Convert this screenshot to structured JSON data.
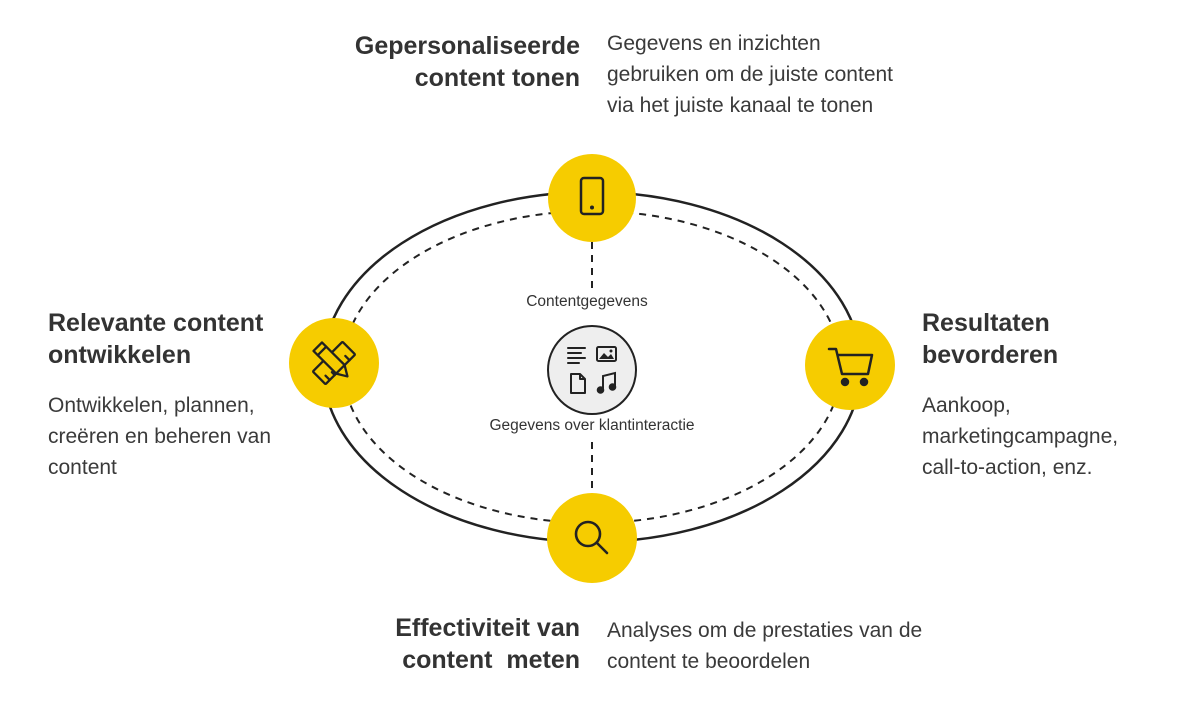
{
  "nodes": {
    "top": {
      "title_line1": "Gepersonaliseerde",
      "title_line2": "content tonen",
      "desc_lines": [
        "Gegevens en inzichten",
        "gebruiken om de juiste content",
        "via het juiste kanaal te tonen"
      ],
      "icon": "smartphone-icon"
    },
    "left": {
      "title_line1": "Relevante content",
      "title_line2": "ontwikkelen",
      "desc_lines": [
        "Ontwikkelen, plannen,",
        "creëren en beheren van",
        "content"
      ],
      "icon": "pencil-ruler-icon"
    },
    "right": {
      "title_line1": "Resultaten",
      "title_line2": "bevorderen",
      "desc_lines": [
        "Aankoop,",
        "marketingcampagne,",
        "call-to-action, enz."
      ],
      "icon": "shopping-cart-icon"
    },
    "bottom": {
      "title_line1": "Effectiviteit van",
      "title_line2": "content  meten",
      "desc_lines": [
        "Analyses om de prestaties van de",
        "content te beoordelen"
      ],
      "icon": "magnifier-icon"
    }
  },
  "center": {
    "top_label": "Contentgegevens",
    "bottom_label": "Gegevens over klantinteractie",
    "icons": [
      "text-lines-icon",
      "image-icon",
      "document-icon",
      "music-note-icon"
    ]
  },
  "colors": {
    "accent": "#f6cc00",
    "stroke": "#222222",
    "hub_fill": "#eeeeee"
  }
}
